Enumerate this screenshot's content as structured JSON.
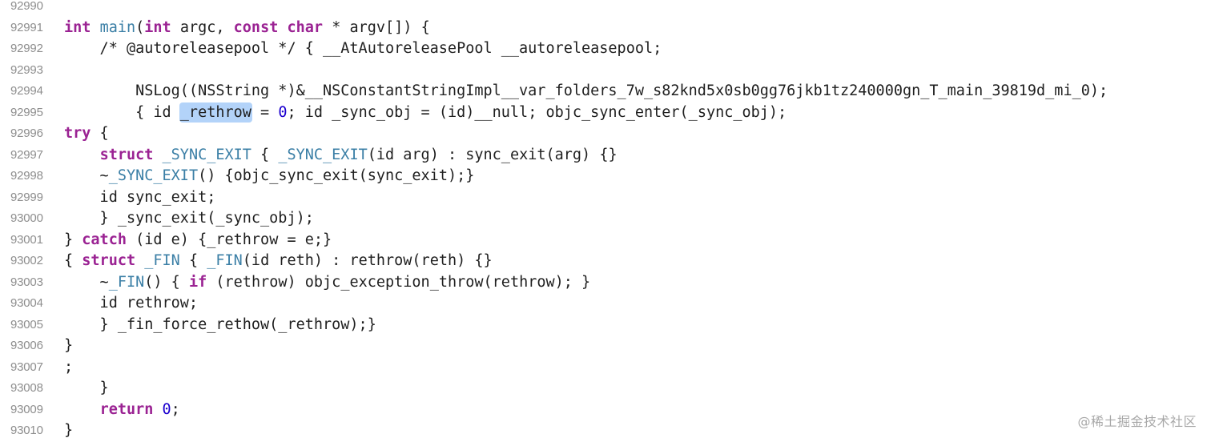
{
  "editor": {
    "colors": {
      "keyword": "#9b2393",
      "function": "#3b7fa6",
      "number": "#1c00cf",
      "text": "#1f1f1f",
      "line_number": "#8e8e8e",
      "selection_highlight": "#b3d3f9"
    },
    "lines": [
      {
        "number": "92990",
        "tokens": []
      },
      {
        "number": "92991",
        "tokens": [
          {
            "t": "kw",
            "v": "int"
          },
          {
            "t": "p",
            "v": " "
          },
          {
            "t": "fn",
            "v": "main"
          },
          {
            "t": "p",
            "v": "("
          },
          {
            "t": "kw",
            "v": "int"
          },
          {
            "t": "p",
            "v": " argc, "
          },
          {
            "t": "kw",
            "v": "const"
          },
          {
            "t": "p",
            "v": " "
          },
          {
            "t": "kw",
            "v": "char"
          },
          {
            "t": "p",
            "v": " * argv[]) {"
          }
        ]
      },
      {
        "number": "92992",
        "tokens": [
          {
            "t": "p",
            "v": "    /* @autoreleasepool */ { __AtAutoreleasePool __autoreleasepool;"
          }
        ]
      },
      {
        "number": "92993",
        "tokens": []
      },
      {
        "number": "92994",
        "tokens": [
          {
            "t": "p",
            "v": "        NSLog((NSString *)&__NSConstantStringImpl__var_folders_7w_s82knd5x0sb0gg76jkb1tz240000gn_T_main_39819d_mi_0);"
          }
        ]
      },
      {
        "number": "92995",
        "tokens": [
          {
            "t": "p",
            "v": "        { id "
          },
          {
            "t": "hl",
            "v": "_rethrow"
          },
          {
            "t": "p",
            "v": " = "
          },
          {
            "t": "num",
            "v": "0"
          },
          {
            "t": "p",
            "v": "; id _sync_obj = (id)__null; objc_sync_enter(_sync_obj);"
          }
        ]
      },
      {
        "number": "92996",
        "tokens": [
          {
            "t": "kw",
            "v": "try"
          },
          {
            "t": "p",
            "v": " {"
          }
        ]
      },
      {
        "number": "92997",
        "tokens": [
          {
            "t": "p",
            "v": "    "
          },
          {
            "t": "kw",
            "v": "struct"
          },
          {
            "t": "p",
            "v": " "
          },
          {
            "t": "fn",
            "v": "_SYNC_EXIT"
          },
          {
            "t": "p",
            "v": " { "
          },
          {
            "t": "fn",
            "v": "_SYNC_EXIT"
          },
          {
            "t": "p",
            "v": "(id arg) : sync_exit(arg) {}"
          }
        ]
      },
      {
        "number": "92998",
        "tokens": [
          {
            "t": "p",
            "v": "    ~"
          },
          {
            "t": "fn",
            "v": "_SYNC_EXIT"
          },
          {
            "t": "p",
            "v": "() {objc_sync_exit(sync_exit);}"
          }
        ]
      },
      {
        "number": "92999",
        "tokens": [
          {
            "t": "p",
            "v": "    id sync_exit;"
          }
        ]
      },
      {
        "number": "93000",
        "tokens": [
          {
            "t": "p",
            "v": "    } _sync_exit(_sync_obj);"
          }
        ]
      },
      {
        "number": "93001",
        "tokens": [
          {
            "t": "p",
            "v": "} "
          },
          {
            "t": "kw",
            "v": "catch"
          },
          {
            "t": "p",
            "v": " (id e) {_rethrow = e;}"
          }
        ]
      },
      {
        "number": "93002",
        "tokens": [
          {
            "t": "p",
            "v": "{ "
          },
          {
            "t": "kw",
            "v": "struct"
          },
          {
            "t": "p",
            "v": " "
          },
          {
            "t": "fn",
            "v": "_FIN"
          },
          {
            "t": "p",
            "v": " { "
          },
          {
            "t": "fn",
            "v": "_FIN"
          },
          {
            "t": "p",
            "v": "(id reth) : rethrow(reth) {}"
          }
        ]
      },
      {
        "number": "93003",
        "tokens": [
          {
            "t": "p",
            "v": "    ~"
          },
          {
            "t": "fn",
            "v": "_FIN"
          },
          {
            "t": "p",
            "v": "() { "
          },
          {
            "t": "kw",
            "v": "if"
          },
          {
            "t": "p",
            "v": " (rethrow) objc_exception_throw(rethrow); }"
          }
        ]
      },
      {
        "number": "93004",
        "tokens": [
          {
            "t": "p",
            "v": "    id rethrow;"
          }
        ]
      },
      {
        "number": "93005",
        "tokens": [
          {
            "t": "p",
            "v": "    } _fin_force_rethow(_rethrow);}"
          }
        ]
      },
      {
        "number": "93006",
        "tokens": [
          {
            "t": "p",
            "v": "}"
          }
        ]
      },
      {
        "number": "93007",
        "tokens": [
          {
            "t": "p",
            "v": ";"
          }
        ]
      },
      {
        "number": "93008",
        "tokens": [
          {
            "t": "p",
            "v": "    }"
          }
        ]
      },
      {
        "number": "93009",
        "tokens": [
          {
            "t": "p",
            "v": "    "
          },
          {
            "t": "kw",
            "v": "return"
          },
          {
            "t": "p",
            "v": " "
          },
          {
            "t": "num",
            "v": "0"
          },
          {
            "t": "p",
            "v": ";"
          }
        ]
      },
      {
        "number": "93010",
        "tokens": [
          {
            "t": "p",
            "v": "}"
          }
        ]
      }
    ]
  },
  "watermark": {
    "text": "@稀土掘金技术社区"
  }
}
